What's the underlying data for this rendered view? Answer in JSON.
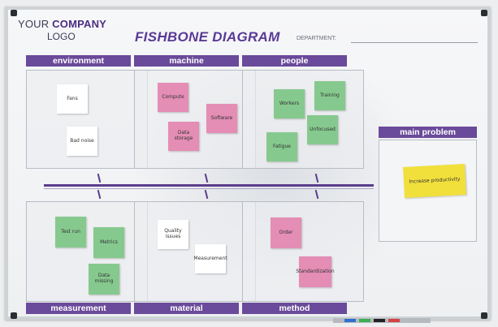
{
  "logo": {
    "line1_prefix": "YOUR ",
    "line1_company": "COMPANY",
    "line2": "LOGO"
  },
  "title": "FISHBONE DIAGRAM",
  "department_label": "DEPARTMENT:",
  "categories": {
    "environment": "environment",
    "machine": "machine",
    "people": "people",
    "measurement": "measurement",
    "material": "material",
    "method": "method"
  },
  "main_problem": {
    "label": "main problem",
    "note": "Increase productivity"
  },
  "notes": {
    "environment": [
      "Fans",
      "Bad noise"
    ],
    "machine": [
      "Compute",
      "Software",
      "Data storage"
    ],
    "people": [
      "Workers",
      "Training",
      "Unfocused",
      "Fatigue"
    ],
    "measurement": [
      "Test run",
      "Metrics",
      "Data missing"
    ],
    "material": [
      "Quality issues",
      "Measurement"
    ],
    "method": [
      "Order",
      "Standardization"
    ]
  },
  "colors": {
    "accent": "#6a4a9a",
    "note_white": "#ffffff",
    "note_pink": "#e48db5",
    "note_green": "#86c98e",
    "note_yellow": "#f1e03c"
  }
}
